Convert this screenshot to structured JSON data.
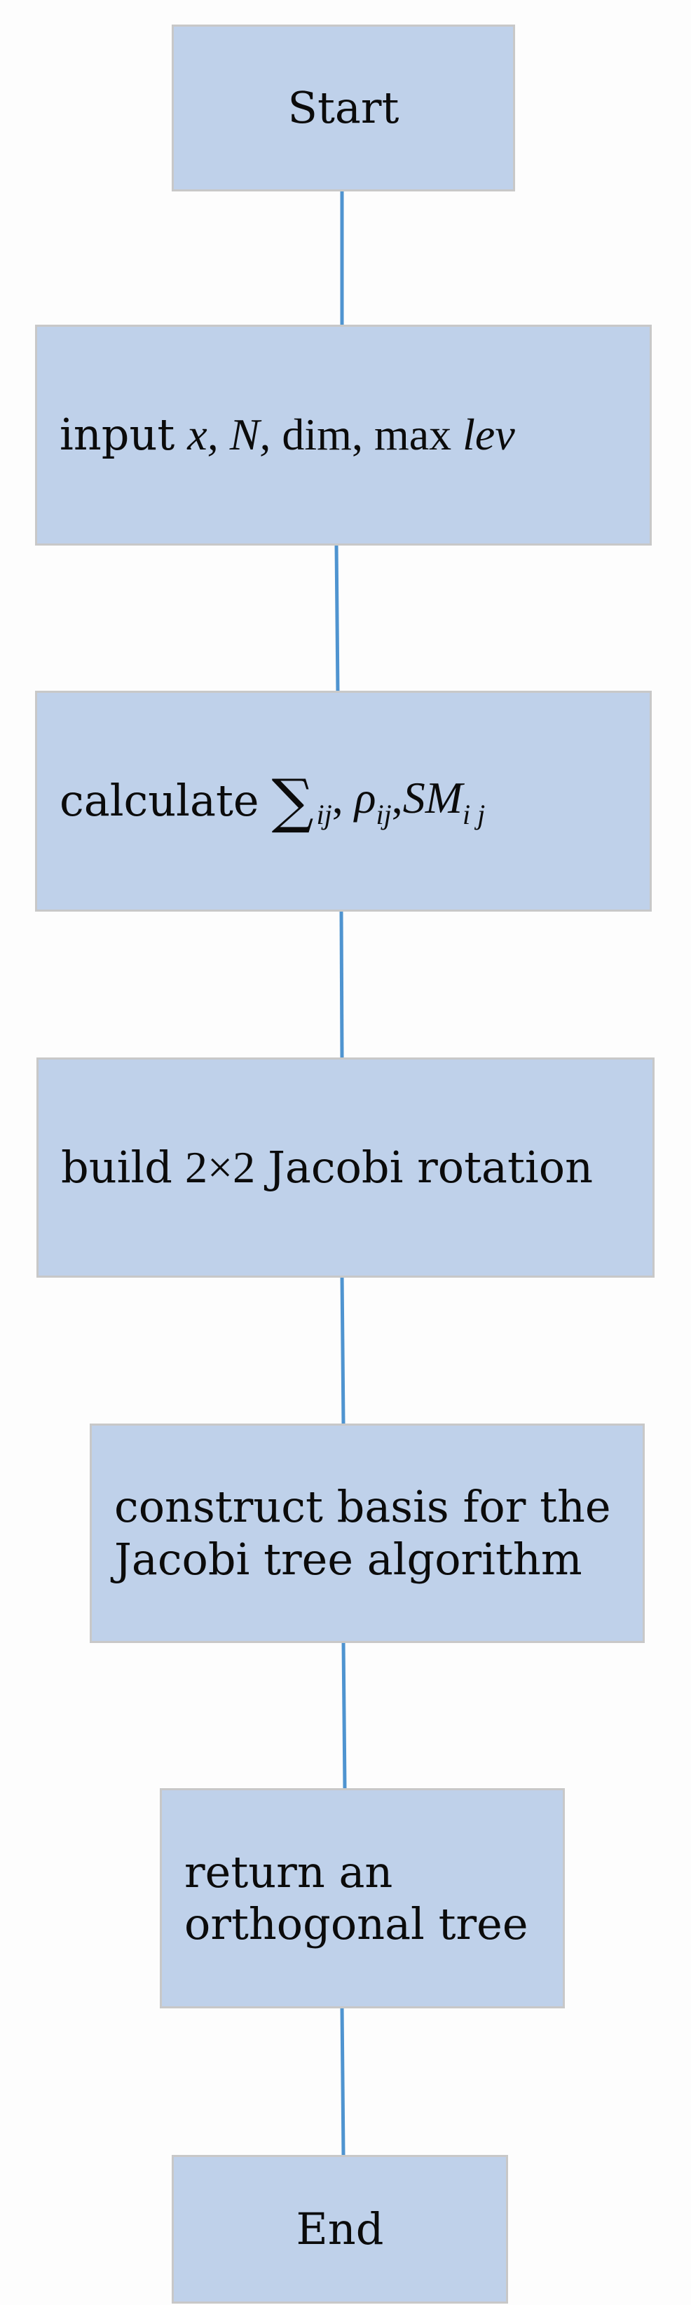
{
  "nodes": {
    "start": {
      "label": "Start"
    },
    "input": {
      "label": "input",
      "math": {
        "vars": "x, N, ",
        "fn": "dim, max",
        "var2": "lev"
      }
    },
    "calculate": {
      "label": "calculate",
      "math": {
        "sigma": "∑",
        "sub1": "ij",
        "rho": "ρ",
        "sub2": "ij",
        "sm": "SM",
        "sub3": "i j"
      }
    },
    "build": {
      "label": "build",
      "math_text": "2×2",
      "label2": "Jacobi rotation"
    },
    "construct": {
      "line1": "construct basis for the",
      "line2": "Jacobi tree algorithm"
    },
    "return": {
      "line1": "return an",
      "line2": "orthogonal tree"
    },
    "end": {
      "label": "End"
    }
  },
  "colors": {
    "box_fill": "#bfd1ea",
    "box_border": "#c8c8c8",
    "connector": "#4f94d0",
    "background": "#fdfdfd"
  }
}
